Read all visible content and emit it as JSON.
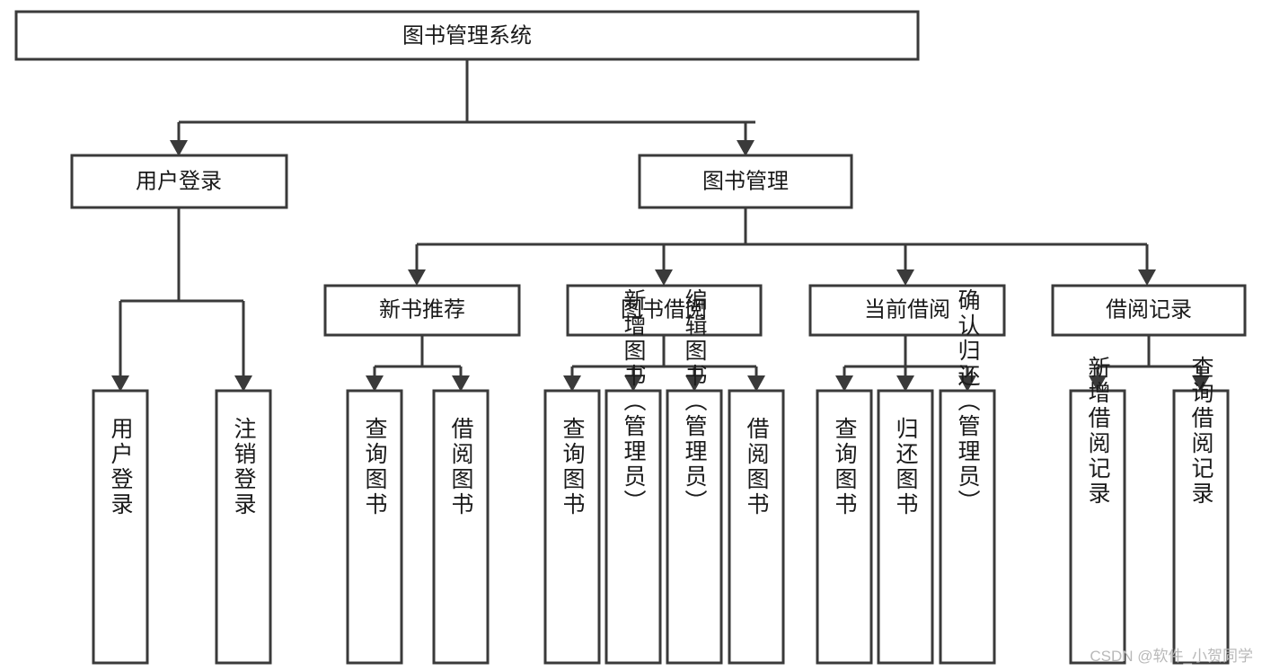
{
  "diagram": {
    "title": "图书管理系统",
    "type": "tree-hierarchy",
    "root": {
      "id": "root",
      "label": "图书管理系统",
      "orientation": "horizontal"
    },
    "level1": [
      {
        "id": "user-login",
        "label": "用户登录",
        "orientation": "horizontal"
      },
      {
        "id": "book-manage",
        "label": "图书管理",
        "orientation": "horizontal"
      }
    ],
    "level2": [
      {
        "id": "new-book-recommend",
        "label": "新书推荐",
        "parent": "book-manage",
        "orientation": "horizontal"
      },
      {
        "id": "book-borrow",
        "label": "图书借阅",
        "parent": "book-manage",
        "orientation": "horizontal"
      },
      {
        "id": "current-borrow",
        "label": "当前借阅",
        "parent": "book-manage",
        "orientation": "horizontal"
      },
      {
        "id": "borrow-record",
        "label": "借阅记录",
        "parent": "book-manage",
        "orientation": "horizontal"
      }
    ],
    "leaves": [
      {
        "id": "leaf-user-login",
        "label": "用户登录",
        "parent": "user-login",
        "orientation": "vertical"
      },
      {
        "id": "leaf-user-logout",
        "label": "注销登录",
        "parent": "user-login",
        "orientation": "vertical"
      },
      {
        "id": "leaf-query-book-1",
        "label": "查询图书",
        "parent": "new-book-recommend",
        "orientation": "vertical"
      },
      {
        "id": "leaf-borrow-book-1",
        "label": "借阅图书",
        "parent": "new-book-recommend",
        "orientation": "vertical"
      },
      {
        "id": "leaf-query-book-2",
        "label": "查询图书",
        "parent": "book-borrow",
        "orientation": "vertical"
      },
      {
        "id": "leaf-add-book",
        "label": "新增图书（管理员）",
        "parent": "book-borrow",
        "orientation": "vertical"
      },
      {
        "id": "leaf-edit-book",
        "label": "编辑图书（管理员）",
        "parent": "book-borrow",
        "orientation": "vertical"
      },
      {
        "id": "leaf-borrow-book-2",
        "label": "借阅图书",
        "parent": "book-borrow",
        "orientation": "vertical"
      },
      {
        "id": "leaf-query-book-3",
        "label": "查询图书",
        "parent": "current-borrow",
        "orientation": "vertical"
      },
      {
        "id": "leaf-return-book",
        "label": "归还图书",
        "parent": "current-borrow",
        "orientation": "vertical"
      },
      {
        "id": "leaf-confirm-return",
        "label": "确认归还（管理员）",
        "parent": "current-borrow",
        "orientation": "vertical"
      },
      {
        "id": "leaf-add-record",
        "label": "新增借阅记录",
        "parent": "borrow-record",
        "orientation": "vertical"
      },
      {
        "id": "leaf-query-record",
        "label": "查询借阅记录",
        "parent": "borrow-record",
        "orientation": "vertical"
      }
    ]
  },
  "watermark": {
    "text": "CSDN @软件_小贺同学"
  },
  "colors": {
    "stroke": "#3a3a3a",
    "box_fill": "#ffffff",
    "text": "#1a1a1a",
    "background": "#ffffff",
    "watermark": "#b9b9b9"
  }
}
